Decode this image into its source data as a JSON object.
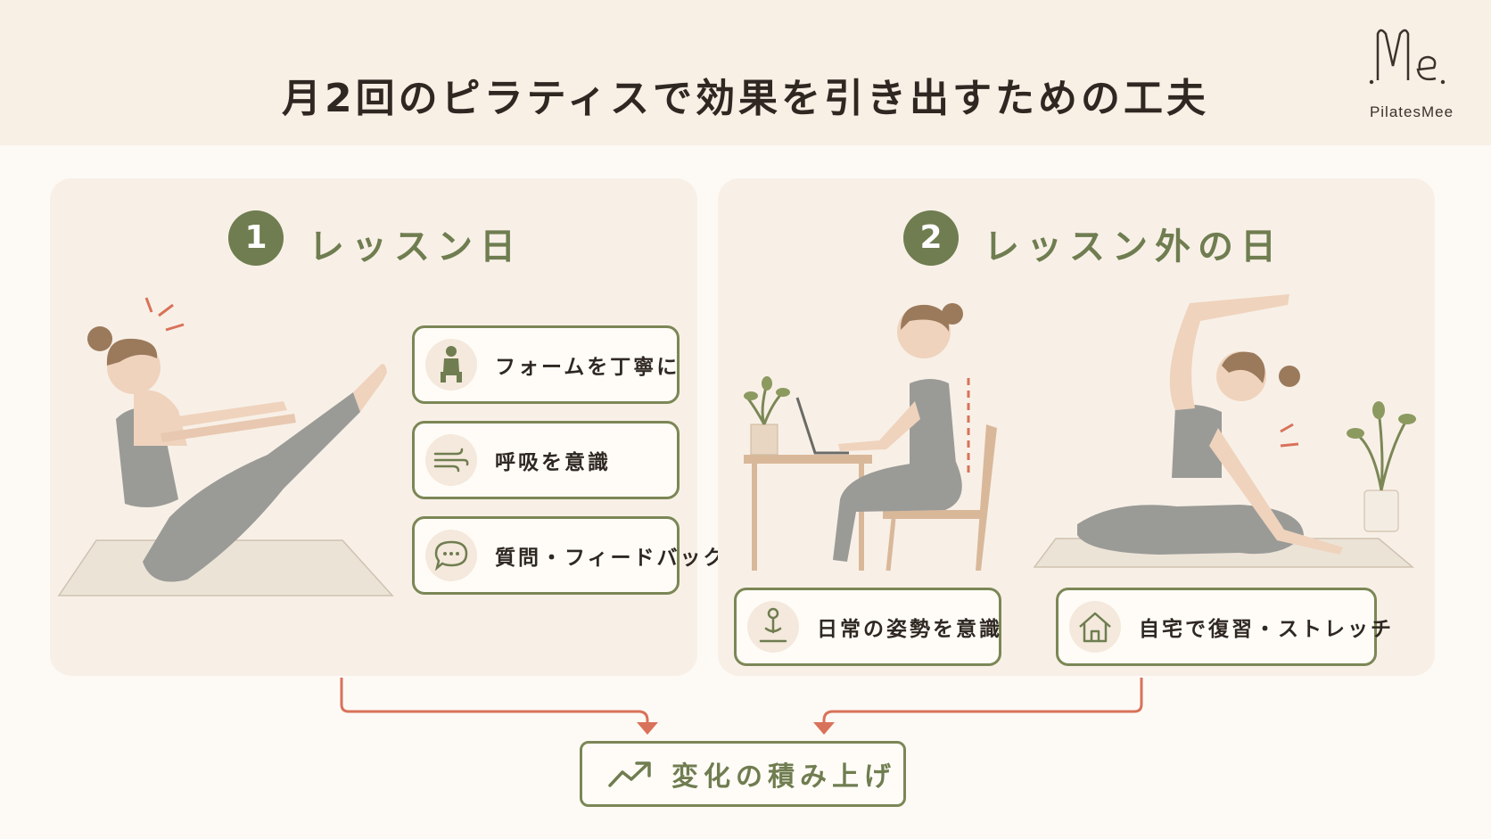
{
  "title": "月2回のピラティスで効果を引き出すための工夫",
  "logo": {
    "text": "PilatesMee"
  },
  "lesson_day": {
    "number": "1",
    "title": "レッスン日",
    "items": [
      {
        "label": "フォームを丁寧に",
        "icon": "squat-figure-icon"
      },
      {
        "label": "呼吸を意識",
        "icon": "wind-icon"
      },
      {
        "label": "質問・フィードバック",
        "icon": "chat-bubble-icon"
      }
    ]
  },
  "off_day": {
    "number": "2",
    "title": "レッスン外の日",
    "items": [
      {
        "label": "日常の姿勢を意識",
        "icon": "posture-icon"
      },
      {
        "label": "自宅で復習・ストレッチ",
        "icon": "house-icon"
      }
    ]
  },
  "result": {
    "label": "変化の積み上げ",
    "icon": "trend-up-icon"
  },
  "colors": {
    "accent_green": "#6f7d50",
    "arrow": "#d9725a",
    "header_bg": "#f8efe5",
    "panel_bg": "#f8f0e7"
  }
}
